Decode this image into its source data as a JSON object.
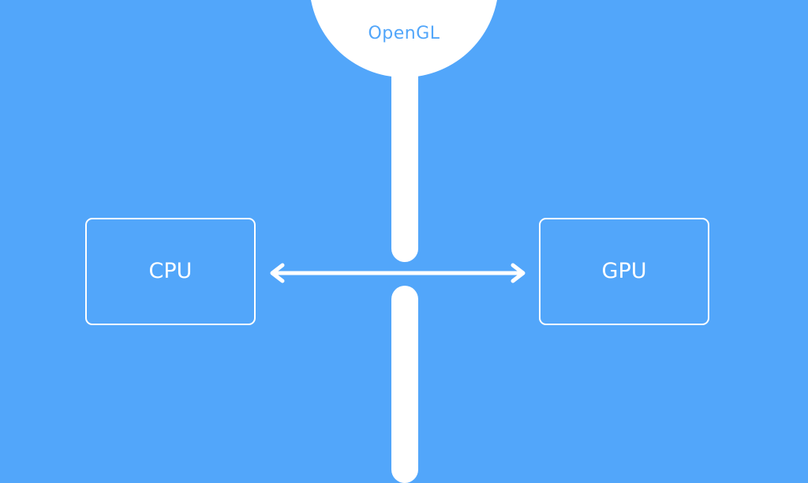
{
  "diagram": {
    "hub": {
      "label": "OpenGL"
    },
    "nodes": [
      {
        "id": "cpu",
        "label": "CPU"
      },
      {
        "id": "gpu",
        "label": "GPU"
      }
    ],
    "connection": {
      "from": "cpu",
      "to": "gpu",
      "direction": "bidirectional"
    },
    "colors": {
      "background": "#52a6fa",
      "foreground": "#ffffff",
      "hub_text": "#52a6fa"
    }
  }
}
